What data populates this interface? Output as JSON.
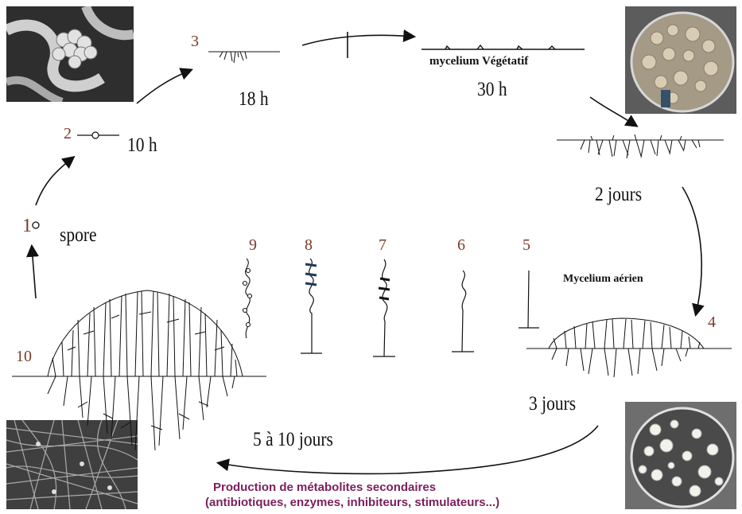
{
  "stages": {
    "s1": {
      "number": "1",
      "label": "spore"
    },
    "s2": {
      "number": "2",
      "time": "10 h"
    },
    "s3": {
      "number": "3",
      "time": "18 h"
    },
    "vegetative": {
      "label": "mycelium Végétatif",
      "time": "30 h"
    },
    "s4": {
      "number": "4",
      "time": "2 jours"
    },
    "aerial": {
      "label": "Mycelium aérien"
    },
    "s5": {
      "number": "5"
    },
    "s6": {
      "number": "6"
    },
    "s7": {
      "number": "7"
    },
    "s8": {
      "number": "8"
    },
    "s9": {
      "number": "9"
    },
    "s10": {
      "number": "10",
      "time": "5 à 10 jours"
    },
    "s4b": {
      "time": "3 jours"
    }
  },
  "secondary": {
    "line1": "Production de métabolites secondaires",
    "line2": "(antibiotiques, enzymes, inhibiteurs, stimulateurs...)"
  },
  "colors": {
    "numbers": "#7a3a2a",
    "secondary_text": "#7a1f5c",
    "ink": "#111111"
  },
  "icons": [
    "spore-micrograph",
    "petri-dish-colonies",
    "petri-dish-white-colonies",
    "mycelium-micrograph"
  ]
}
